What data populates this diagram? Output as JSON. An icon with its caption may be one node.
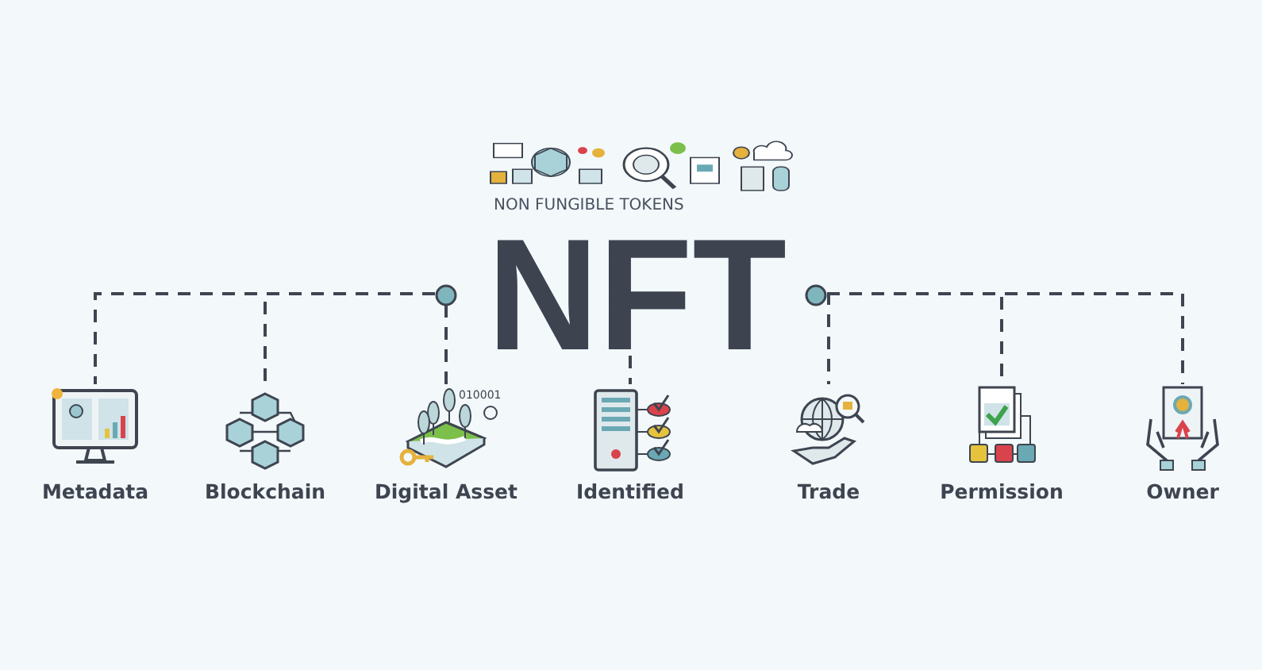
{
  "diagram": {
    "nodes": [
      {
        "text": [
          "NON FUNGIBLE TOKENS",
          "NFT"
        ]
      },
      {
        "text": [],
        "shape": "circle"
      },
      {
        "text": [],
        "shape": "circle"
      },
      {
        "text": [
          "Metadata"
        ]
      },
      {
        "text": [
          "Blockchain"
        ]
      },
      {
        "text": [
          "Digital Asset"
        ]
      },
      {
        "text": [
          "Identified"
        ]
      },
      {
        "text": [
          "Trade"
        ]
      },
      {
        "text": [
          "Permission"
        ]
      },
      {
        "text": [
          "Owner"
        ]
      }
    ],
    "edges": [
      {
        "from": 1,
        "to": 3,
        "arrow": "none",
        "style": "dashed"
      },
      {
        "from": 1,
        "to": 4,
        "arrow": "none",
        "style": "dashed"
      },
      {
        "from": 1,
        "to": 5,
        "arrow": "none",
        "style": "dashed"
      },
      {
        "from": 0,
        "to": 6,
        "arrow": "none",
        "style": "dashed"
      },
      {
        "from": 2,
        "to": 7,
        "arrow": "none",
        "style": "dashed"
      },
      {
        "from": 2,
        "to": 8,
        "arrow": "none",
        "style": "dashed"
      },
      {
        "from": 2,
        "to": 9,
        "arrow": "none",
        "style": "dashed"
      }
    ],
    "labels": [
      "010001"
    ]
  }
}
